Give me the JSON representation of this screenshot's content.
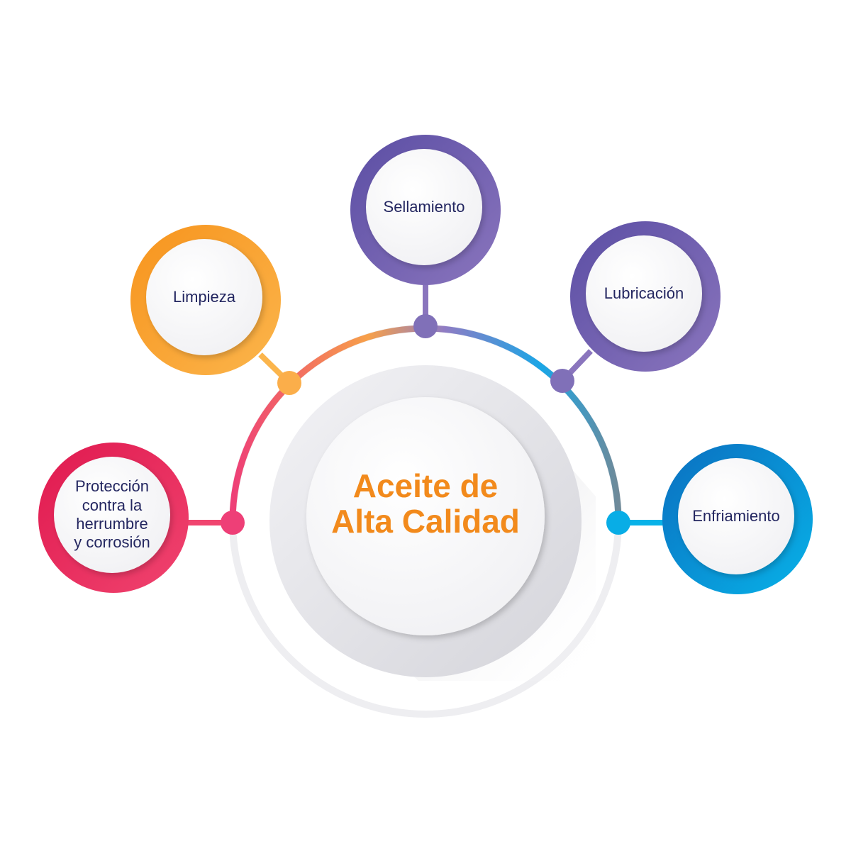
{
  "center": {
    "title_line1": "Aceite de",
    "title_line2": "Alta Calidad",
    "title_color": "#f28a1c"
  },
  "nodes": [
    {
      "key": "proteccion",
      "label": "Protección\ncontra la\nherrumbre\ny corrosión",
      "color_start": "#e0194f",
      "color_end": "#f0446f"
    },
    {
      "key": "limpieza",
      "label": "Limpieza",
      "color_start": "#f7941d",
      "color_end": "#fbb54c"
    },
    {
      "key": "sellamiento",
      "label": "Sellamiento",
      "color_start": "#5b4ea4",
      "color_end": "#8a75bd"
    },
    {
      "key": "lubricacion",
      "label": "Lubricación",
      "color_start": "#5b4ea4",
      "color_end": "#8a75bd"
    },
    {
      "key": "enfriamiento",
      "label": "Enfriamiento",
      "color_start": "#0a6fc0",
      "color_end": "#08b2e8"
    }
  ],
  "label_color": "#232660"
}
